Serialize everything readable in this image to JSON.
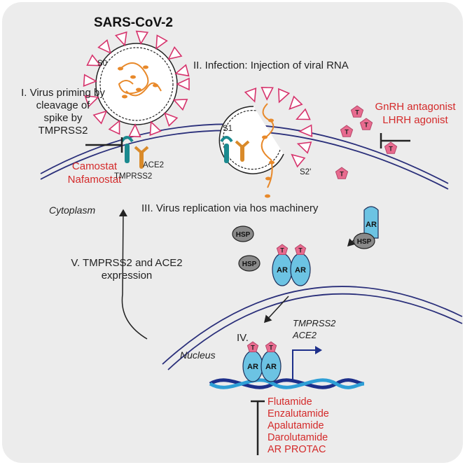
{
  "title": "SARS-CoV-2",
  "virus_labels": {
    "s0": "S0",
    "s1": "S1",
    "s2": "S2'"
  },
  "steps": {
    "i": "I. Virus priming by\ncleavage of\nspike by\nTMPRSS2",
    "ii": "II. Infection: Injection of viral RNA",
    "iii": "III. Virus replication via hos machinery",
    "iv": "IV.",
    "v": "V. TMPRSS2 and ACE2\nexpression"
  },
  "receptors": {
    "tmprss2": "TMPRSS2",
    "ace2": "ACE2"
  },
  "inhibitors_membrane": [
    "Camostat",
    "Nafamostat"
  ],
  "inhibitors_hormone": [
    "GnRH antagonist",
    "LHRH agonist"
  ],
  "compartments": {
    "cytoplasm": "Cytoplasm",
    "nucleus": "Nucleus"
  },
  "genes": [
    "TMPRSS2",
    "ACE2"
  ],
  "molecule_labels": {
    "testosterone": "T",
    "androgen_receptor": "AR",
    "heat_shock_protein": "HSP"
  },
  "inhibitors_ar": [
    "Flutamide",
    "Enzalutamide",
    "Apalutamide",
    "Darolutamide",
    "AR PROTAC"
  ],
  "colors": {
    "background": "#ececec",
    "membrane": "#2a2f7a",
    "drug_text": "#d42a2a",
    "ar": "#6cc3e3",
    "testosterone": "#e86b8f",
    "hsp": "#8a8a8a",
    "spike": "#d6336c",
    "rna": "#e8892a",
    "tmprss2": "#1b8a8f",
    "ace2": "#d98a2a"
  }
}
